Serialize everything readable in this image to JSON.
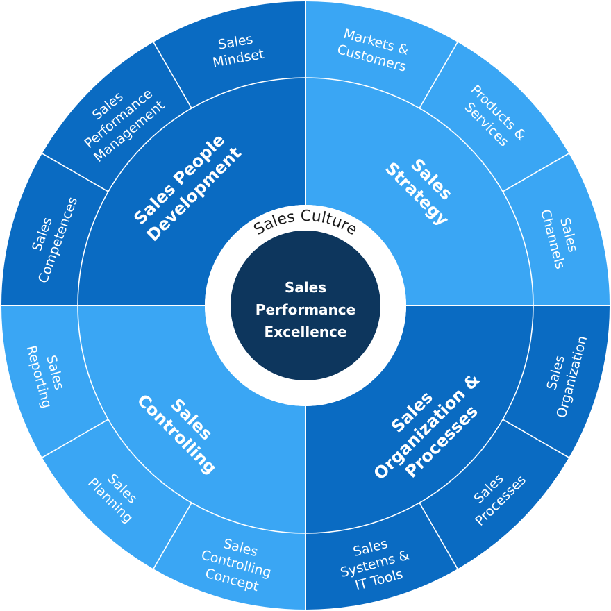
{
  "colors": {
    "dark": "#0a6bc2",
    "light": "#3aa6f4",
    "core": "#0d365d",
    "ring": "#ffffff",
    "divider": "#ffffff"
  },
  "center": {
    "ring_label": "Sales Culture",
    "core_lines": [
      "Sales",
      "Performance",
      "Excellence"
    ]
  },
  "quadrants": [
    {
      "id": "people",
      "title_lines": [
        "Sales People",
        "Development"
      ],
      "tone": "dark",
      "segments": [
        {
          "lines": [
            "Sales",
            "Competences"
          ]
        },
        {
          "lines": [
            "Sales",
            "Performance",
            "Management"
          ]
        },
        {
          "lines": [
            "Sales",
            "Mindset"
          ]
        }
      ]
    },
    {
      "id": "strategy",
      "title_lines": [
        "Sales",
        "Strategy"
      ],
      "tone": "light",
      "segments": [
        {
          "lines": [
            "Markets &",
            "Customers"
          ]
        },
        {
          "lines": [
            "Products &",
            "Services"
          ]
        },
        {
          "lines": [
            "Sales",
            "Channels"
          ]
        }
      ]
    },
    {
      "id": "organization",
      "title_lines": [
        "Sales",
        "Organization &",
        "Processes"
      ],
      "tone": "dark",
      "segments": [
        {
          "lines": [
            "Sales",
            "Organization"
          ]
        },
        {
          "lines": [
            "Sales",
            "Processes"
          ]
        },
        {
          "lines": [
            "Sales",
            "Systems &",
            "IT Tools"
          ]
        }
      ]
    },
    {
      "id": "controlling",
      "title_lines": [
        "Sales",
        "Controlling"
      ],
      "tone": "light",
      "segments": [
        {
          "lines": [
            "Sales",
            "Controlling",
            "Concept"
          ]
        },
        {
          "lines": [
            "Sales",
            "Planning"
          ]
        },
        {
          "lines": [
            "Sales",
            "Reporting"
          ]
        }
      ]
    }
  ]
}
